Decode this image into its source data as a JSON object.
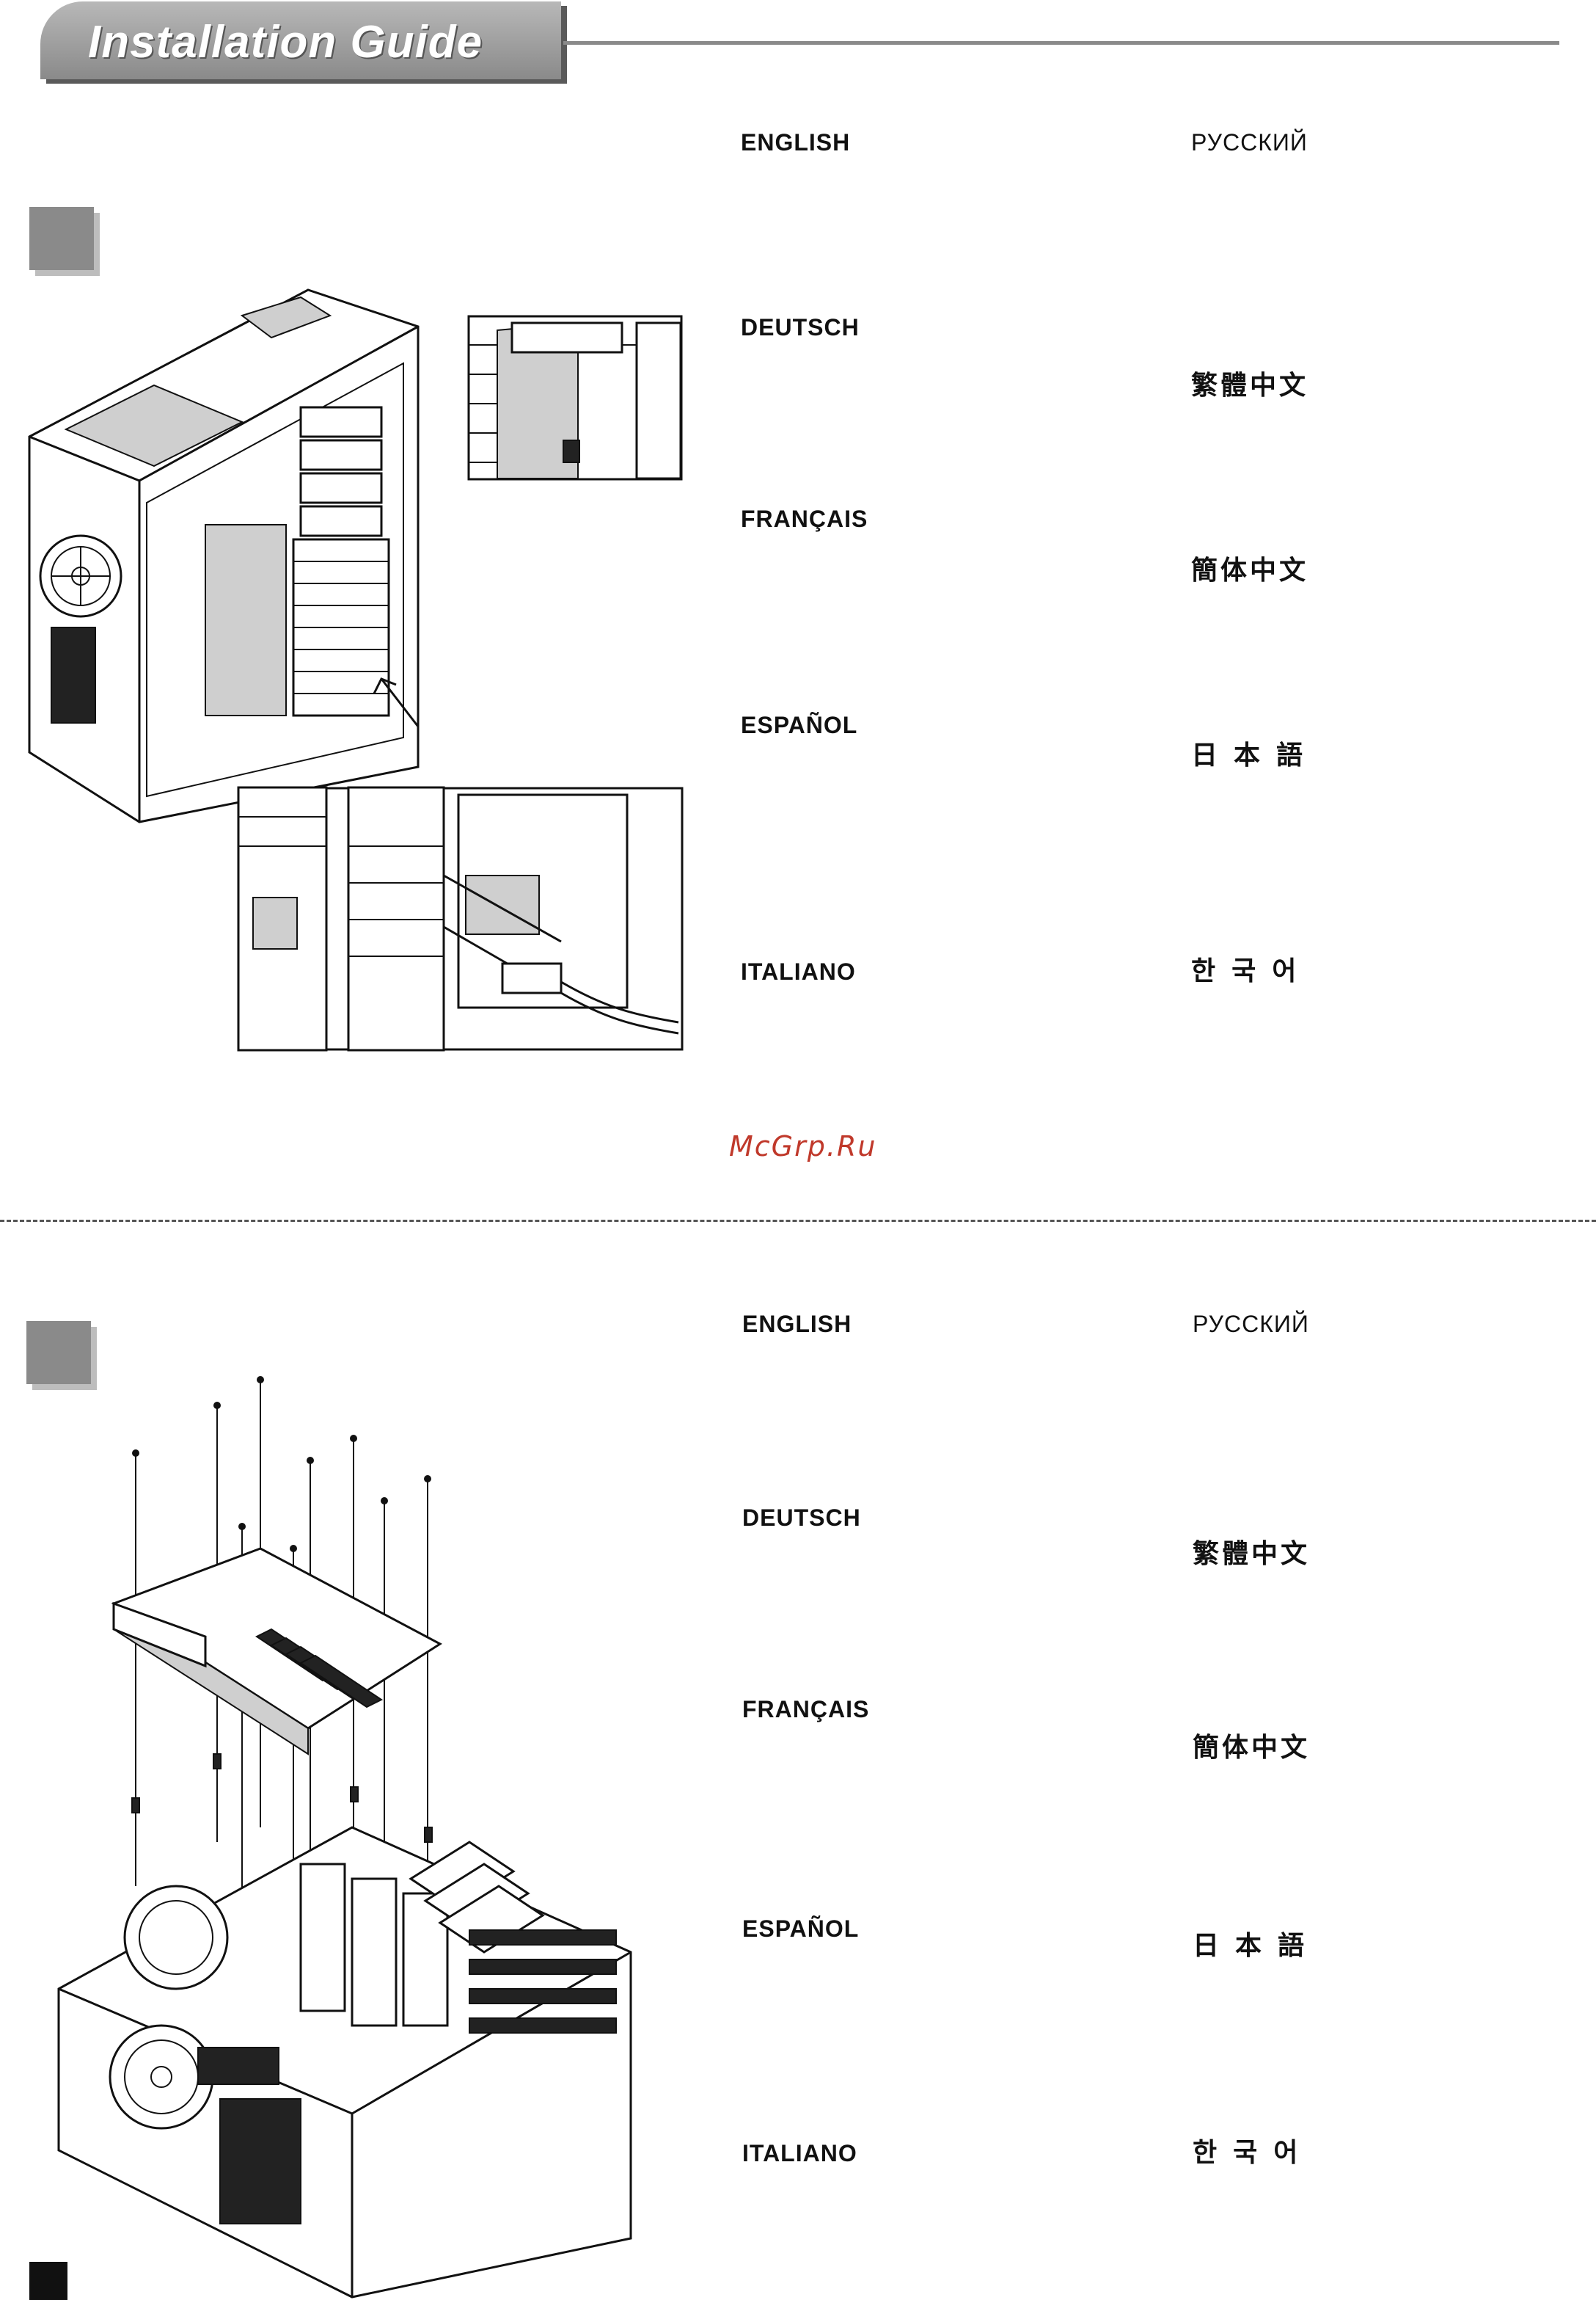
{
  "header": {
    "title": "Installation Guide"
  },
  "section1": {
    "languages_left": [
      "ENGLISH",
      "DEUTSCH",
      "FRANÇAIS",
      "ESPAÑOL",
      "ITALIANO"
    ],
    "languages_right": [
      "РУССКИЙ",
      "繁體中文",
      "簡体中文",
      "日本語",
      "한국어"
    ]
  },
  "watermark": "McGrp.Ru",
  "section2": {
    "languages_left": [
      "ENGLISH",
      "DEUTSCH",
      "FRANÇAIS",
      "ESPAÑOL",
      "ITALIANO"
    ],
    "languages_right": [
      "РУССКИЙ",
      "繁體中文",
      "簡体中文",
      "日本語",
      "한국어"
    ]
  }
}
